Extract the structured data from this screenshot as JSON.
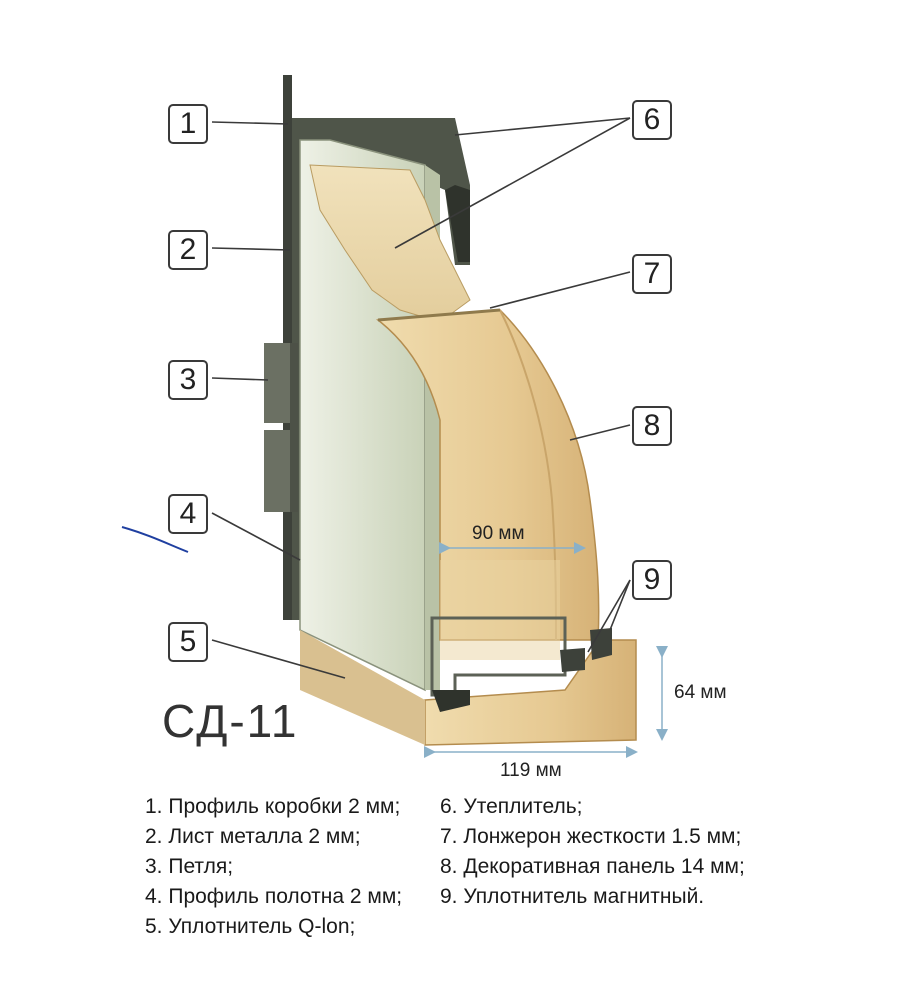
{
  "model_title": "СД-11",
  "callouts": [
    "1",
    "2",
    "3",
    "4",
    "5",
    "6",
    "7",
    "8",
    "9"
  ],
  "dimensions": {
    "width_inner": "90 мм",
    "height_threshold": "64 мм",
    "width_total": "119 мм"
  },
  "legend": {
    "left": [
      "1. Профиль коробки 2 мм;",
      "2. Лист металла 2 мм;",
      "3. Петля;",
      "4. Профиль полотна 2 мм;",
      "5. Уплотнитель Q-lon;"
    ],
    "right": [
      "6. Утеплитель;",
      "7. Лонжерон жесткости 1.5 мм;",
      "8. Декоративная панель 14 мм;",
      "9. Уплотнитель магнитный."
    ]
  },
  "colors": {
    "wood": "#e8cfa0",
    "wood_dark": "#c9a56a",
    "metal_frame": "#5c6156",
    "panel_face": "#d8dfc8",
    "insulation": "#ecdcb4",
    "dimension_arrow": "#8ab0c8"
  }
}
